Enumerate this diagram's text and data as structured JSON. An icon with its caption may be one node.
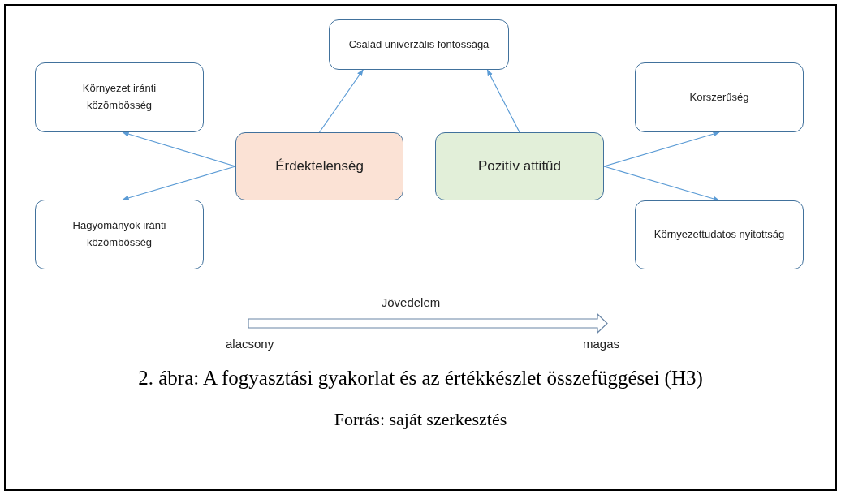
{
  "diagram": {
    "caption": "2. ábra: A fogyasztási gyakorlat és az értékkészlet összefüggései (H3)",
    "nodes": [
      {
        "text": [
          "Család univerzális fontossága"
        ]
      },
      {
        "text": [
          "Környezet iránti közömbösség"
        ]
      },
      {
        "text": [
          "Korszerűség"
        ]
      },
      {
        "text": [
          "Érdektelenség"
        ]
      },
      {
        "text": [
          "Pozitív attitűd"
        ]
      },
      {
        "text": [
          "Hagyományok iránti közömbösség"
        ]
      },
      {
        "text": [
          "Környezettudatos nyitottság"
        ]
      }
    ],
    "edges": [
      {
        "from": 3,
        "to": 0,
        "arrow": "to"
      },
      {
        "from": 3,
        "to": 1,
        "arrow": "to"
      },
      {
        "from": 3,
        "to": 5,
        "arrow": "to"
      },
      {
        "from": 4,
        "to": 0,
        "arrow": "to"
      },
      {
        "from": 4,
        "to": 2,
        "arrow": "to"
      },
      {
        "from": 4,
        "to": 6,
        "arrow": "to"
      }
    ],
    "labels": [
      "Jövedelem",
      "alacsony",
      "magas",
      "Forrás: saját szerkesztés"
    ]
  }
}
